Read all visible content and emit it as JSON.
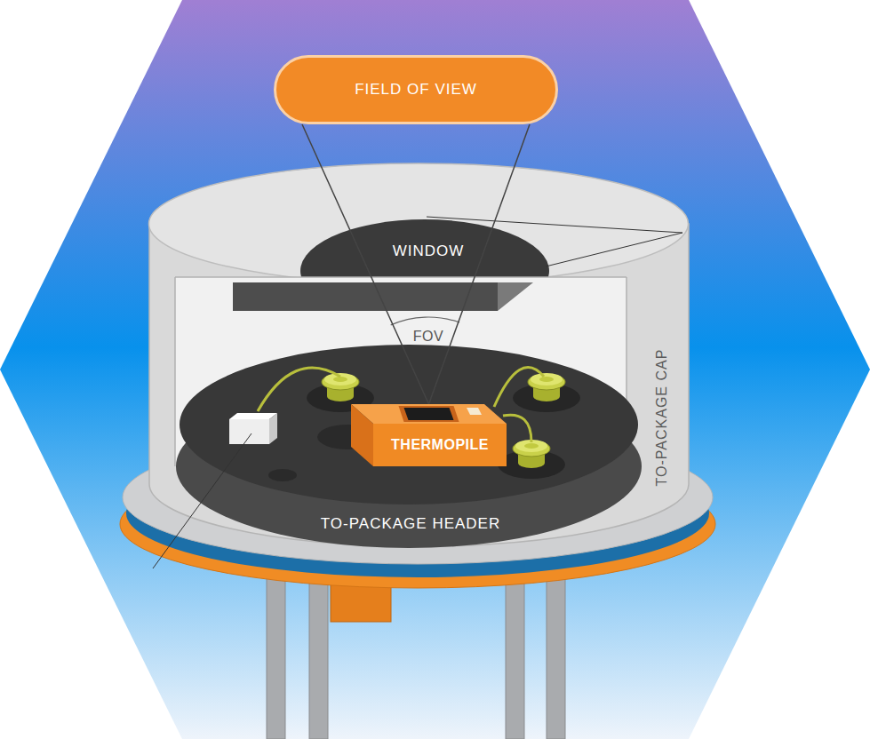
{
  "diagram": {
    "nodes": [
      {
        "text": [
          "FIELD OF VIEW"
        ]
      },
      {
        "text": [
          "THERMOPILE"
        ]
      }
    ],
    "edges": [
      {
        "from": 0,
        "to": 1,
        "arrow": "none"
      }
    ],
    "labels": [
      "WINDOW",
      "FOV",
      "TO-PACKAGE CAP",
      "TO-PACKAGE HEADER"
    ]
  }
}
